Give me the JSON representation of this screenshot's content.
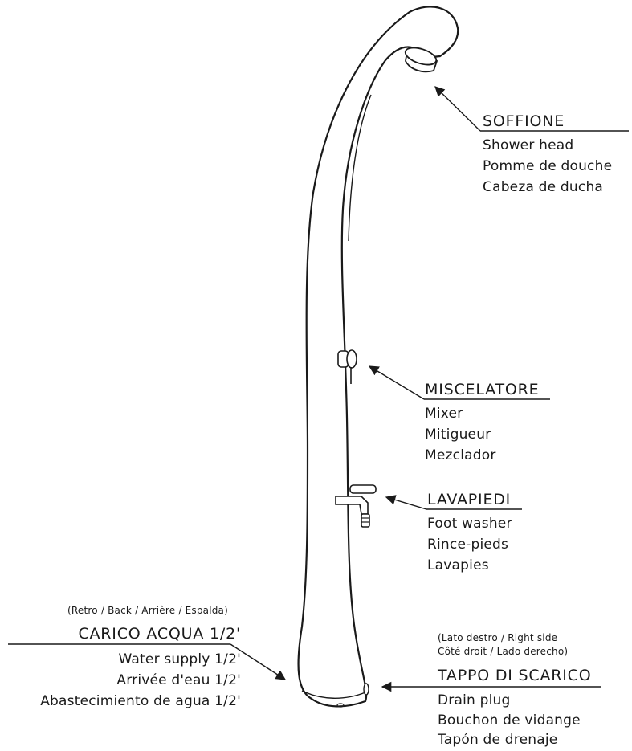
{
  "shower_head": {
    "title": "SOFFIONE",
    "lines": [
      "Shower head",
      "Pomme de douche",
      "Cabeza de ducha"
    ]
  },
  "mixer": {
    "title": "MISCELATORE",
    "lines": [
      "Mixer",
      "Mitigueur",
      "Mezclador"
    ]
  },
  "foot_washer": {
    "title": "LAVAPIEDI",
    "lines": [
      "Foot washer",
      "Rince-pieds",
      "Lavapies"
    ]
  },
  "water_supply": {
    "note": "(Retro / Back / Arrière / Espalda)",
    "title": "CARICO ACQUA 1/2'",
    "lines": [
      "Water supply 1/2'",
      "Arrivée d'eau 1/2'",
      "Abastecimiento de agua 1/2'"
    ]
  },
  "drain_plug": {
    "note_lines": [
      "(Lato destro / Right side",
      "Côté droit / Lado derecho)"
    ],
    "title": "TAPPO DI SCARICO",
    "lines": [
      "Drain plug",
      "Bouchon de vidange",
      "Tapón de drenaje"
    ]
  }
}
